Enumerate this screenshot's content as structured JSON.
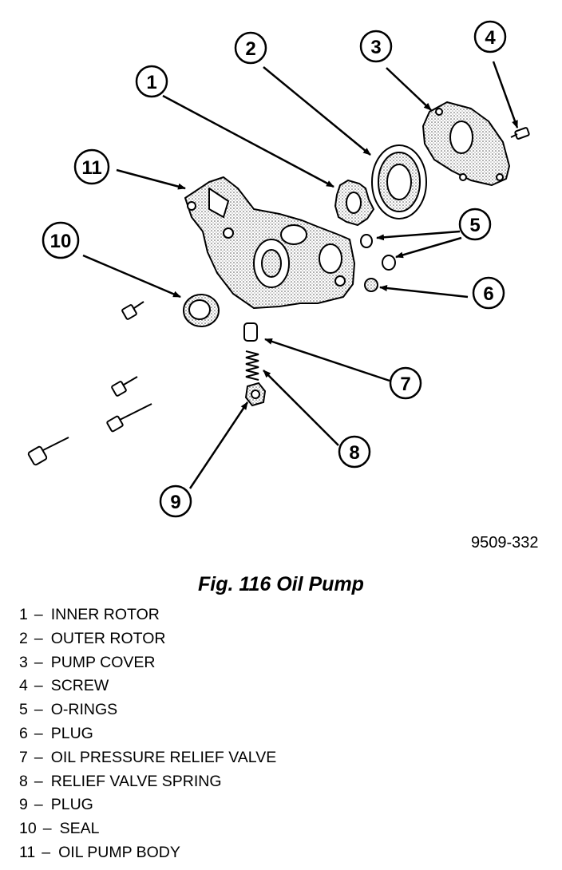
{
  "figure": {
    "id": "9509-332",
    "title": "Fig. 116 Oil Pump"
  },
  "callouts": [
    "1",
    "2",
    "3",
    "4",
    "5",
    "6",
    "7",
    "8",
    "9",
    "10",
    "11"
  ],
  "legend": [
    {
      "num": "1",
      "label": "INNER ROTOR"
    },
    {
      "num": "2",
      "label": "OUTER ROTOR"
    },
    {
      "num": "3",
      "label": "PUMP COVER"
    },
    {
      "num": "4",
      "label": "SCREW"
    },
    {
      "num": "5",
      "label": "O-RINGS"
    },
    {
      "num": "6",
      "label": "PLUG"
    },
    {
      "num": "7",
      "label": "OIL PRESSURE RELIEF VALVE"
    },
    {
      "num": "8",
      "label": "RELIEF VALVE SPRING"
    },
    {
      "num": "9",
      "label": "PLUG"
    },
    {
      "num": "10",
      "label": "SEAL"
    },
    {
      "num": "11",
      "label": "OIL PUMP BODY"
    }
  ]
}
